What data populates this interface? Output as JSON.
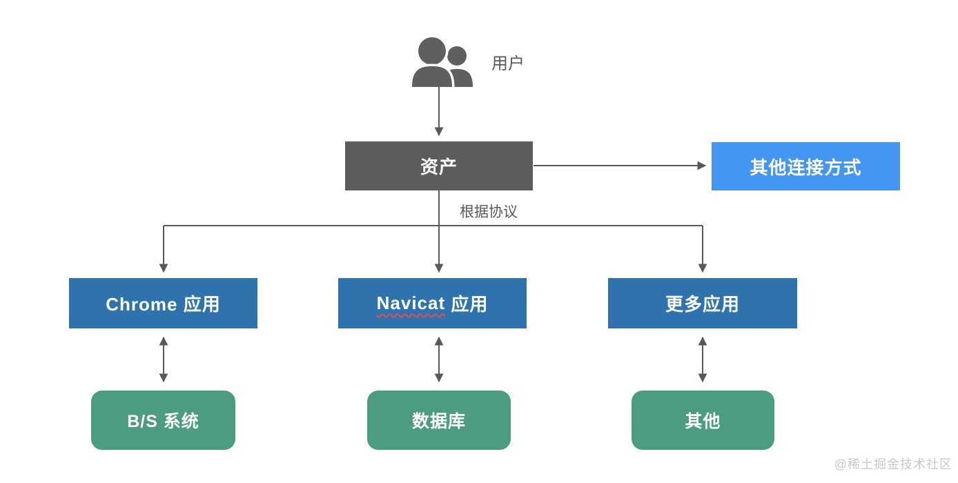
{
  "colors": {
    "asset_box": "#5c5c5c",
    "accent_blue": "#4496f0",
    "app_blue": "#2e73ae",
    "target_green": "#4c9c7f",
    "connector": "#55595c",
    "box_text": "#ffffff",
    "label_text": "#595959",
    "watermark_text": "#c9c9c9",
    "spellcheck_underline": "#e0524a",
    "icon_gray": "#5f5f5f",
    "page_bg": "#ffffff"
  },
  "diagram": {
    "user": {
      "label": "用户",
      "icon": "users-icon"
    },
    "asset": {
      "label": "资产"
    },
    "other_connection": {
      "label": "其他连接方式"
    },
    "protocol_label": "根据协议",
    "apps": {
      "chrome": {
        "label": "Chrome 应用"
      },
      "navicat": {
        "brand": "Navicat",
        "suffix": " 应用"
      },
      "more": {
        "label": "更多应用"
      }
    },
    "targets": {
      "bs_system": {
        "label": "B/S 系统"
      },
      "database": {
        "label": "数据库"
      },
      "other": {
        "label": "其他"
      }
    },
    "watermark": "@稀土掘金技术社区"
  }
}
